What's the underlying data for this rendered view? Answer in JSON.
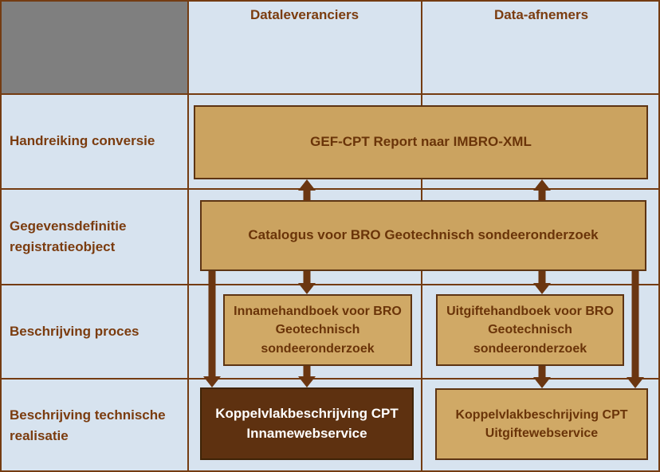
{
  "diagram": {
    "columns": [
      {
        "label": "Dataleveranciers"
      },
      {
        "label": "Data-afnemers"
      }
    ],
    "rows": [
      {
        "label": "Handreiking conversie"
      },
      {
        "label": "Gegevensdefinitie registratieobject"
      },
      {
        "label": "Beschrijving proces"
      },
      {
        "label": "Beschrijving technische realisatie"
      }
    ],
    "boxes": {
      "gef_cpt_report": {
        "label": "GEF-CPT Report naar IMBRO-XML"
      },
      "catalogus": {
        "label": "Catalogus voor BRO Geotechnisch sondeeronderzoek"
      },
      "innamehandboek": {
        "label": "Innamehandboek voor BRO Geotechnisch sondeeronderzoek"
      },
      "uitgiftehandboek": {
        "label": "Uitgiftehandboek voor BRO Geotechnisch sondeeronderzoek"
      },
      "koppelvlak_inname": {
        "label": "Koppelvlakbeschrijving CPT Innamewebservice",
        "highlighted": true
      },
      "koppelvlak_uitgifte": {
        "label": "Koppelvlakbeschrijving CPT Uitgiftewebservice",
        "highlighted": false
      }
    },
    "connections": [
      {
        "from": "catalogus",
        "to": "gef_cpt_report",
        "direction": "up",
        "column": "dataleveranciers"
      },
      {
        "from": "catalogus",
        "to": "gef_cpt_report",
        "direction": "up",
        "column": "data-afnemers"
      },
      {
        "from": "catalogus",
        "to": "innamehandboek",
        "direction": "down"
      },
      {
        "from": "catalogus",
        "to": "uitgiftehandboek",
        "direction": "down"
      },
      {
        "from": "catalogus",
        "to": "koppelvlak_inname",
        "direction": "down"
      },
      {
        "from": "catalogus",
        "to": "koppelvlak_uitgifte",
        "direction": "down"
      },
      {
        "from": "innamehandboek",
        "to": "koppelvlak_inname",
        "direction": "down"
      },
      {
        "from": "uitgiftehandboek",
        "to": "koppelvlak_uitgifte",
        "direction": "down"
      }
    ],
    "colors": {
      "background": "#d7e3ef",
      "grid_line": "#743c12",
      "gray_cell": "#7f7f7f",
      "box_fill": "#cba360",
      "box_fill_light": "#d0a966",
      "box_border": "#5d3413",
      "dark_box_fill": "#5e3110",
      "arrow": "#6b3611",
      "label_text": "#7b3c0f",
      "box_text": "#6a3409",
      "dark_box_text": "#ffffff"
    }
  }
}
